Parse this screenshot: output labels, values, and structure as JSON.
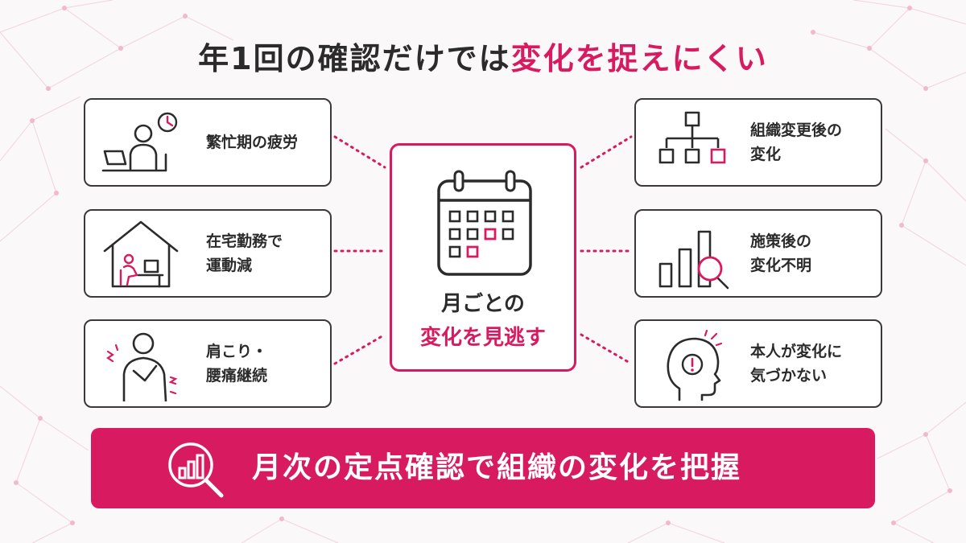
{
  "title": {
    "part1": "年1回の確認だけでは",
    "part2": "変化を捉えにくい"
  },
  "left_items": [
    {
      "icon": "laptop-worker-clock-icon",
      "line1": "繁忙期の疲労",
      "line2": ""
    },
    {
      "icon": "house-desk-worker-icon",
      "line1": "在宅勤務で",
      "line2": "運動減"
    },
    {
      "icon": "shoulder-pain-icon",
      "line1": "肩こり・",
      "line2": "腰痛継続"
    }
  ],
  "right_items": [
    {
      "icon": "org-chart-icon",
      "line1": "組織変更後の",
      "line2": "変化"
    },
    {
      "icon": "bar-chart-magnifier-icon",
      "line1": "施策後の",
      "line2": "変化不明"
    },
    {
      "icon": "head-alert-icon",
      "line1": "本人が変化に",
      "line2": "気づかない"
    }
  ],
  "center": {
    "icon": "calendar-icon",
    "line1": "月ごとの",
    "line2": "変化を見逃す"
  },
  "banner": {
    "icon": "chart-magnifier-icon",
    "text": "月次の定点確認で組織の変化を把握"
  },
  "colors": {
    "accent": "#d81b60",
    "dark": "#2b2b2b",
    "background": "#fbf8f9"
  }
}
